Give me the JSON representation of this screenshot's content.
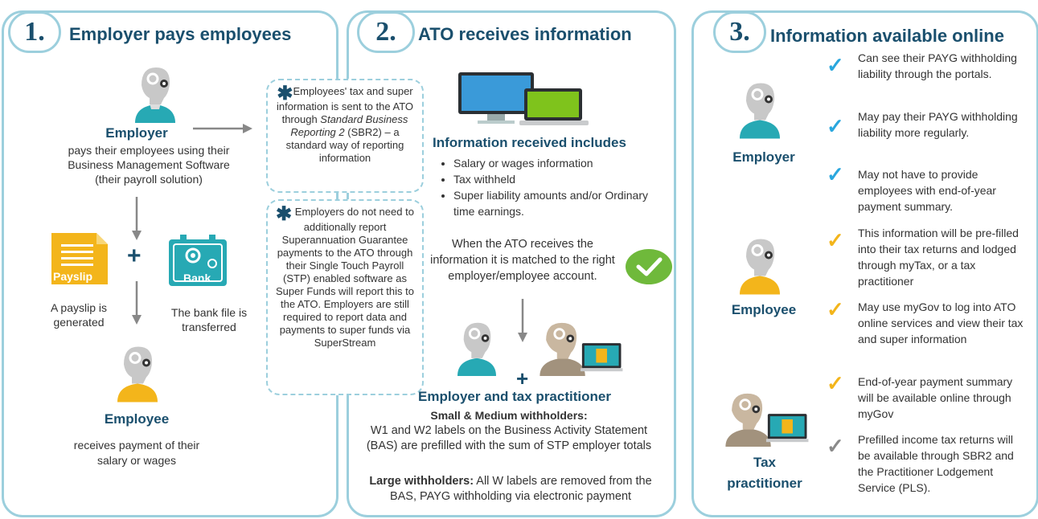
{
  "colors": {
    "border": "#9ccfdd",
    "heading": "#1a4f6d",
    "employer_teal": "#27a9b4",
    "employee_yellow": "#f3b51b",
    "practitioner_brown": "#a2927d",
    "check_blue": "#2aa7de",
    "check_yellow": "#f3b51b",
    "check_grey": "#8a8a8a",
    "ok_green": "#6fb93b"
  },
  "panel1": {
    "number": "1.",
    "title": "Employer pays employees",
    "employer_label": "Employer",
    "employer_desc": "pays their employees using their Business Management Software (their payroll solution)",
    "payslip_icon": "Payslip",
    "payslip_desc": "A payslip  is generated",
    "bank_icon": "Bank",
    "bank_desc": "The bank file is transferred",
    "plus": "+",
    "employee_label": "Employee",
    "employee_desc": "receives payment of their salary or wages"
  },
  "note1": {
    "star": "✱",
    "line_a": "Employees' tax and super information is sent to the ATO through ",
    "italic": "Standard Business Reporting 2",
    "line_b": " (SBR2) – a standard way of reporting information"
  },
  "note2": {
    "star": "✱",
    "text": "Employers do not need to additionally report Superannuation Guarantee payments to the ATO through their Single Touch Payroll (STP) enabled software as Super Funds will report this to the ATO. Employers are still required to report data and payments to super funds via SuperStream"
  },
  "panel2": {
    "number": "2.",
    "title": "ATO receives information",
    "info_heading": "Information received includes",
    "bullets": [
      "Salary or wages  information",
      "Tax withheld",
      "Super liability amounts and/or Ordinary time earnings."
    ],
    "matched_text": "When the ATO receives the information it is matched to the right employer/employee account.",
    "plus": "+",
    "pair_label": "Employer and tax practitioner",
    "small_heading": "Small & Medium withholders:",
    "small_text": "W1 and W2 labels on the Business Activity Statement (BAS) are prefilled with the sum of STP employer totals",
    "large_heading": "Large withholders:",
    "large_text": " All W labels are removed from the BAS, PAYG withholding via electronic payment"
  },
  "panel3": {
    "number": "3.",
    "title": "Information available online",
    "employer_label": "Employer",
    "employee_label": "Employee",
    "practitioner_label": "Tax practitioner",
    "check_glyph": "✓",
    "items": [
      "Can see their PAYG withholding liability through the portals.",
      "May pay their PAYG withholding liability more regularly.",
      "May not have to provide employees with end-of-year payment summary.",
      "This information will be pre-filled into their tax returns and lodged through myTax, or a tax practitioner",
      "May use myGov to log into ATO online services and view their tax and super information",
      "End-of-year payment summary will be available online through myGov",
      "Prefilled income tax returns will be available through SBR2 and the Practitioner Lodgement Service (PLS)."
    ]
  }
}
